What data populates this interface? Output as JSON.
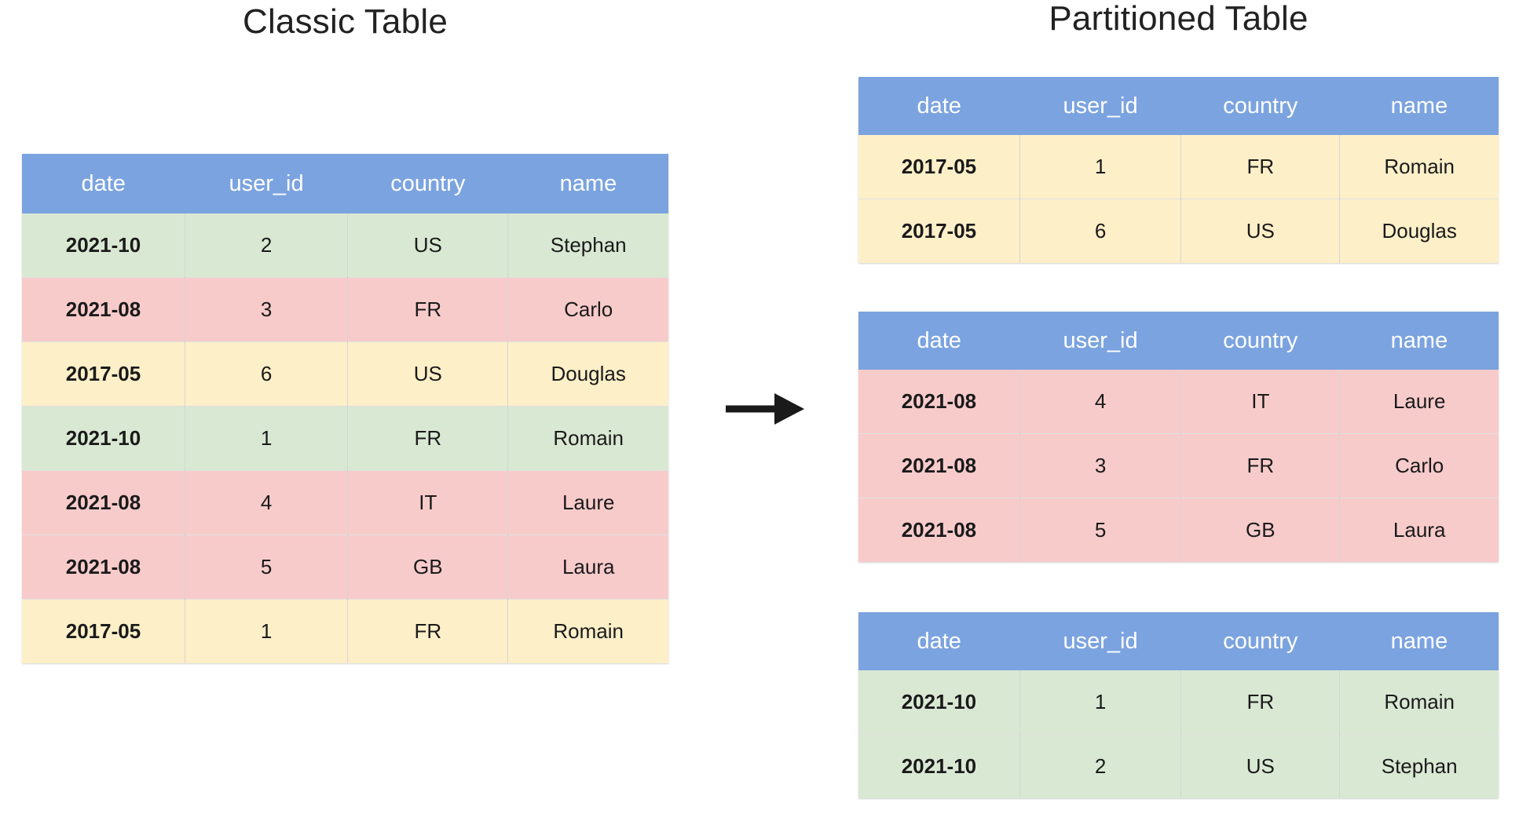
{
  "titles": {
    "classic": "Classic Table",
    "partitioned": "Partitioned Table"
  },
  "columns": {
    "date": "date",
    "user_id": "user_id",
    "country": "country",
    "name": "name"
  },
  "colors": {
    "header_blue": "#7ba3df",
    "header_text": "#ffffff",
    "row_green": "#d9e8d3",
    "row_pink": "#f8cbcb",
    "row_yellow": "#fdefc8",
    "background": "#ffffff",
    "arrow": "#1a1a1a",
    "text": "#1a1a1a"
  },
  "arrow": {
    "icon": "arrow-right-icon",
    "direction": "right"
  },
  "classic_table": {
    "headers": [
      "date",
      "user_id",
      "country",
      "name"
    ],
    "rows": [
      {
        "date": "2021-10",
        "user_id": "2",
        "country": "US",
        "name": "Stephan",
        "tint": "green"
      },
      {
        "date": "2021-08",
        "user_id": "3",
        "country": "FR",
        "name": "Carlo",
        "tint": "pink"
      },
      {
        "date": "2017-05",
        "user_id": "6",
        "country": "US",
        "name": "Douglas",
        "tint": "yellow"
      },
      {
        "date": "2021-10",
        "user_id": "1",
        "country": "FR",
        "name": "Romain",
        "tint": "green"
      },
      {
        "date": "2021-08",
        "user_id": "4",
        "country": "IT",
        "name": "Laure",
        "tint": "pink"
      },
      {
        "date": "2021-08",
        "user_id": "5",
        "country": "GB",
        "name": "Laura",
        "tint": "pink"
      },
      {
        "date": "2017-05",
        "user_id": "1",
        "country": "FR",
        "name": "Romain",
        "tint": "yellow"
      }
    ]
  },
  "partitioned_tables": [
    {
      "partition_key": "2017-05",
      "tint": "yellow",
      "headers": [
        "date",
        "user_id",
        "country",
        "name"
      ],
      "rows": [
        {
          "date": "2017-05",
          "user_id": "1",
          "country": "FR",
          "name": "Romain"
        },
        {
          "date": "2017-05",
          "user_id": "6",
          "country": "US",
          "name": "Douglas"
        }
      ]
    },
    {
      "partition_key": "2021-08",
      "tint": "pink",
      "headers": [
        "date",
        "user_id",
        "country",
        "name"
      ],
      "rows": [
        {
          "date": "2021-08",
          "user_id": "4",
          "country": "IT",
          "name": "Laure"
        },
        {
          "date": "2021-08",
          "user_id": "3",
          "country": "FR",
          "name": "Carlo"
        },
        {
          "date": "2021-08",
          "user_id": "5",
          "country": "GB",
          "name": "Laura"
        }
      ]
    },
    {
      "partition_key": "2021-10",
      "tint": "green",
      "headers": [
        "date",
        "user_id",
        "country",
        "name"
      ],
      "rows": [
        {
          "date": "2021-10",
          "user_id": "1",
          "country": "FR",
          "name": "Romain"
        },
        {
          "date": "2021-10",
          "user_id": "2",
          "country": "US",
          "name": "Stephan"
        }
      ]
    }
  ]
}
